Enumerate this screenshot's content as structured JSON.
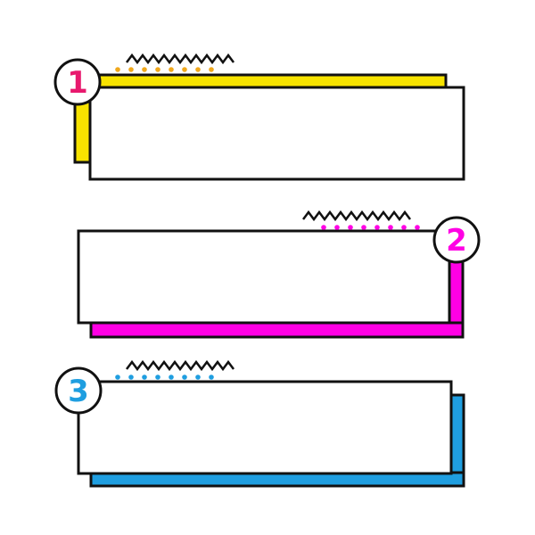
{
  "canvas": {
    "background": "#ffffff",
    "outline_color": "#111111"
  },
  "banners": [
    {
      "number": "1",
      "accent_color": "#f7e300",
      "number_color": "#e8196e",
      "dot_color": "#f0a81c",
      "decorations": [
        "zigzag-icon",
        "dots-row-icon"
      ]
    },
    {
      "number": "2",
      "accent_color": "#ff00e4",
      "number_color": "#ff00e4",
      "dot_color": "#ff00e4",
      "decorations": [
        "zigzag-icon",
        "dots-row-icon"
      ]
    },
    {
      "number": "3",
      "accent_color": "#1f9ee0",
      "number_color": "#1f9ee0",
      "dot_color": "#1f9ee0",
      "decorations": [
        "zigzag-icon",
        "dots-row-icon"
      ]
    }
  ]
}
